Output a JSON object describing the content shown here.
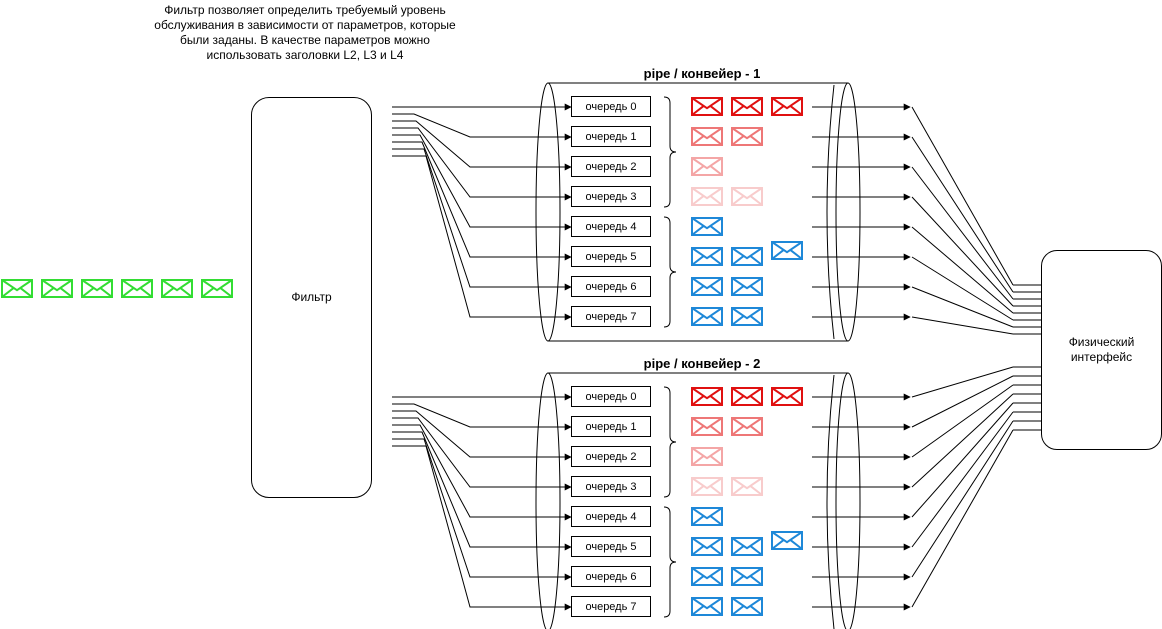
{
  "note": "Фильтр позволяет определить требуемый уровень обслуживания в зависимости от параметров, которые были заданы. В качестве параметров можно использовать заголовки L2, L3 и L4",
  "filter_label": "Фильтр",
  "interface_label": "Физический интерфейс",
  "colors": {
    "incoming": "#33dd33",
    "red": "#e01010",
    "red_mid": "#ee7777",
    "red_light": "#f4a6a6",
    "red_faint": "#f8cccc",
    "blue": "#1e88d8",
    "line": "#000000"
  },
  "incoming_messages": 6,
  "pipes": [
    {
      "title": "pipe / конвейер - 1",
      "queues": [
        {
          "label": "очередь 0",
          "messages": 3,
          "color": "red"
        },
        {
          "label": "очередь 1",
          "messages": 2,
          "color": "red_mid"
        },
        {
          "label": "очередь 2",
          "messages": 1,
          "color": "red_light"
        },
        {
          "label": "очередь 3",
          "messages": 2,
          "color": "red_faint"
        },
        {
          "label": "очередь 4",
          "messages": 1,
          "color": "blue"
        },
        {
          "label": "очередь 5",
          "messages": 3,
          "color": "blue"
        },
        {
          "label": "очередь 6",
          "messages": 2,
          "color": "blue"
        },
        {
          "label": "очередь 7",
          "messages": 2,
          "color": "blue"
        }
      ]
    },
    {
      "title": "pipe / конвейер - 2",
      "queues": [
        {
          "label": "очередь 0",
          "messages": 3,
          "color": "red"
        },
        {
          "label": "очередь 1",
          "messages": 2,
          "color": "red_mid"
        },
        {
          "label": "очередь 2",
          "messages": 1,
          "color": "red_light"
        },
        {
          "label": "очередь 3",
          "messages": 2,
          "color": "red_faint"
        },
        {
          "label": "очередь 4",
          "messages": 1,
          "color": "blue"
        },
        {
          "label": "очередь 5",
          "messages": 3,
          "color": "blue"
        },
        {
          "label": "очередь 6",
          "messages": 2,
          "color": "blue"
        },
        {
          "label": "очередь 7",
          "messages": 2,
          "color": "blue"
        }
      ]
    }
  ]
}
